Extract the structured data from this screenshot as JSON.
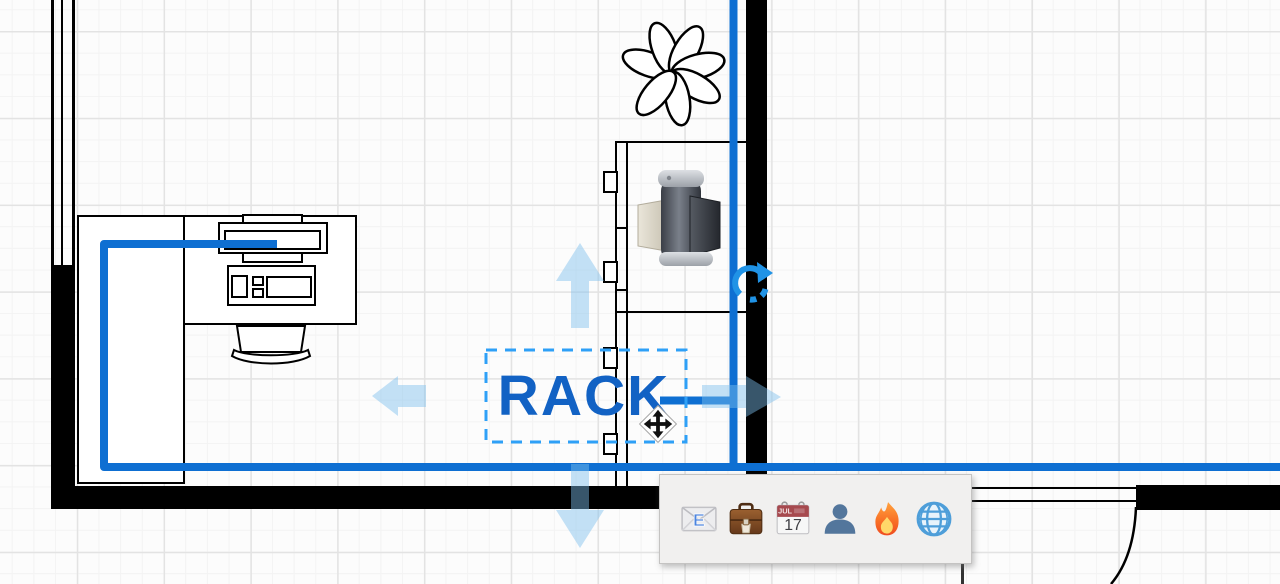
{
  "app": {
    "type": "floorplan-diagram-editor"
  },
  "selection": {
    "label": "RACK",
    "state": "selected",
    "handles": [
      "rotate-handle",
      "direction-arrow-up",
      "direction-arrow-down",
      "direction-arrow-left",
      "direction-arrow-right"
    ]
  },
  "floorplan": {
    "shapes": [
      "wall",
      "desk-l-shaped",
      "office-chair",
      "monitor",
      "keyboard-console",
      "plant",
      "rack",
      "server-unit",
      "door-swing",
      "cable-run"
    ],
    "cable_endpoints": "monitor-to-rack-to-room-edge"
  },
  "toolbar": {
    "icons": [
      {
        "name": "email-icon"
      },
      {
        "name": "briefcase-icon"
      },
      {
        "name": "calendar-icon"
      },
      {
        "name": "person-icon"
      },
      {
        "name": "fire-icon"
      },
      {
        "name": "globe-icon"
      }
    ],
    "email_letter": "E",
    "calendar": {
      "month": "JUL",
      "day": "17"
    }
  },
  "colors": {
    "cable_blue": "#0e6fd2",
    "label_blue": "#1262c4",
    "selection_dash_blue": "#2ea0f7",
    "rotate_handle_blue": "#2093e6",
    "direction_arrow_tint": "rgba(125,190,238,0.45)",
    "wall_black": "#000000",
    "panel_background": "#f1f0ef",
    "grid_major": "#e3e3e3",
    "grid_minor": "#f3f3f3"
  }
}
